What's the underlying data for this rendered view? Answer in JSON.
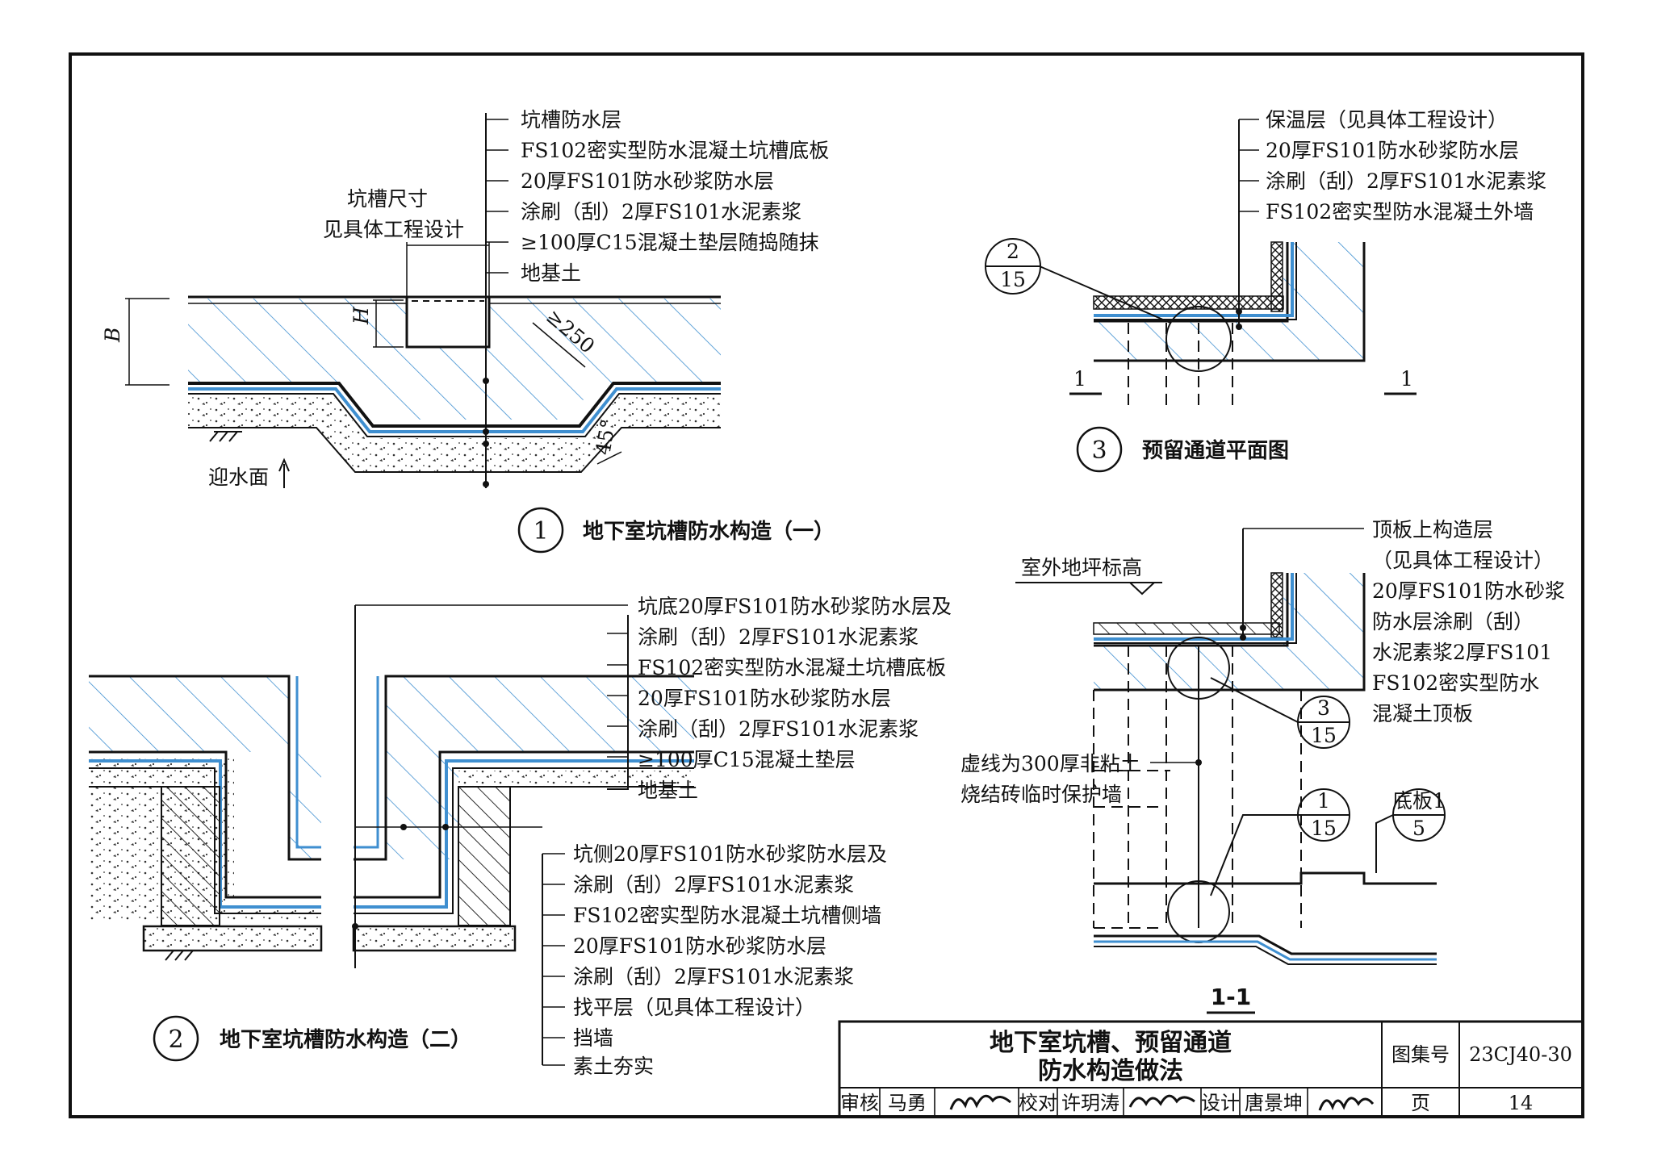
{
  "detail1": {
    "caption_no": "1",
    "caption": "地下室坑槽防水构造（一）",
    "size_note": [
      "坑槽尺寸",
      "见具体工程设计"
    ],
    "callouts": [
      "坑槽防水层",
      "FS102密实型防水混凝土坑槽底板",
      "20厚FS101防水砂浆防水层",
      "涂刷（刮）2厚FS101水泥素浆",
      "≥100厚C15混凝土垫层随捣随抹",
      "地基土"
    ],
    "dim_b": "B",
    "dim_h": "H",
    "dim_250": "≥250",
    "dim_45": "45°",
    "water_face": "迎水面"
  },
  "detail2": {
    "caption_no": "2",
    "caption": "地下室坑槽防水构造（二）",
    "callouts_top": [
      "坑底20厚FS101防水砂浆防水层及",
      "涂刷（刮）2厚FS101水泥素浆",
      "FS102密实型防水混凝土坑槽底板",
      "20厚FS101防水砂浆防水层",
      "涂刷（刮）2厚FS101水泥素浆",
      "≥100厚C15混凝土垫层",
      "地基土"
    ],
    "callouts_bottom": [
      "坑侧20厚FS101防水砂浆防水层及",
      "涂刷（刮）2厚FS101水泥素浆",
      "FS102密实型防水混凝土坑槽侧墙",
      "20厚FS101防水砂浆防水层",
      "涂刷（刮）2厚FS101水泥素浆",
      "找平层（见具体工程设计）",
      "挡墙",
      "素土夯实"
    ]
  },
  "detail3": {
    "caption_no": "3",
    "caption": "预留通道平面图",
    "callouts": [
      "保温层（见具体工程设计）",
      "20厚FS101防水砂浆防水层",
      "涂刷（刮）2厚FS101水泥素浆",
      "FS102密实型防水混凝土外墙"
    ],
    "ref_top": "2",
    "ref_bottom": "15",
    "section_mark": "1"
  },
  "section11": {
    "caption": "1-1",
    "ground_label": "室外地坪标高",
    "right_callouts": [
      "顶板上构造层",
      "（见具体工程设计）",
      "20厚FS101防水砂浆",
      "防水层涂刷（刮）",
      "水泥素浆2厚FS101",
      "FS102密实型防水",
      "混凝土顶板"
    ],
    "dashed_note": [
      "虚线为300厚非粘土",
      "烧结砖临时保护墙"
    ],
    "ref3": [
      "3",
      "15"
    ],
    "ref1": [
      "1",
      "15"
    ],
    "ref_floor": [
      "底板1",
      "5"
    ]
  },
  "title_block": {
    "title_line1": "地下室坑槽、预留通道",
    "title_line2": "防水构造做法",
    "atlas_label": "图集号",
    "atlas_no": "23CJ40-30",
    "page_label": "页",
    "page_no": "14",
    "review_label": "审核",
    "reviewer": "马勇",
    "check_label": "校对",
    "checker": "许玥涛",
    "design_label": "设计",
    "designer": "唐景坤"
  }
}
